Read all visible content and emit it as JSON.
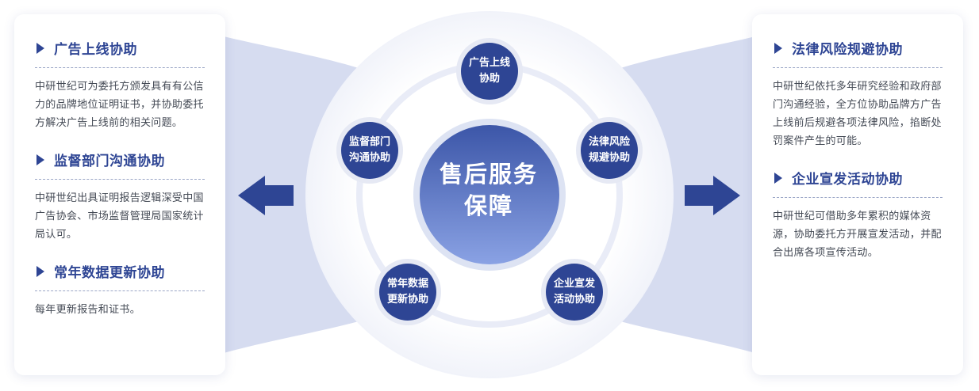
{
  "center": {
    "line1": "售后服务",
    "line2": "保障"
  },
  "nodes": [
    {
      "line1": "广告上线",
      "line2": "协助"
    },
    {
      "line1": "法律风险",
      "line2": "规避协助"
    },
    {
      "line1": "企业宣发",
      "line2": "活动协助"
    },
    {
      "line1": "常年数据",
      "line2": "更新协助"
    },
    {
      "line1": "监督部门",
      "line2": "沟通协助"
    }
  ],
  "left_panel": {
    "items": [
      {
        "title": "广告上线协助",
        "text": "中研世纪可为委托方颁发具有有公信力的品牌地位证明证书，并协助委托方解决广告上线前的相关问题。"
      },
      {
        "title": "监督部门沟通协助",
        "text": "中研世纪出具证明报告逻辑深受中国广告协会、市场监督管理局国家统计局认可。"
      },
      {
        "title": "常年数据更新协助",
        "text": "每年更新报告和证书。"
      }
    ]
  },
  "right_panel": {
    "items": [
      {
        "title": "法律风险规避协助",
        "text": "中研世纪依托多年研究经验和政府部门沟通经验，全方位协助品牌方广告上线前后规避各项法律风险，掐断处罚案件产生的可能。"
      },
      {
        "title": "企业宣发活动协助",
        "text": "中研世纪可借助多年累积的媒体资源，协助委托方开展宣发活动，并配合出席各项宣传活动。"
      }
    ]
  },
  "colors": {
    "primary": "#2e4594",
    "band": "#d6dcf0",
    "ring": "#e9ecf7",
    "center_top": "#3c56a8",
    "center_bottom": "#8aa2e4"
  },
  "icons": [
    "arrow-left-icon",
    "arrow-right-icon",
    "triangle-bullet-icon"
  ]
}
